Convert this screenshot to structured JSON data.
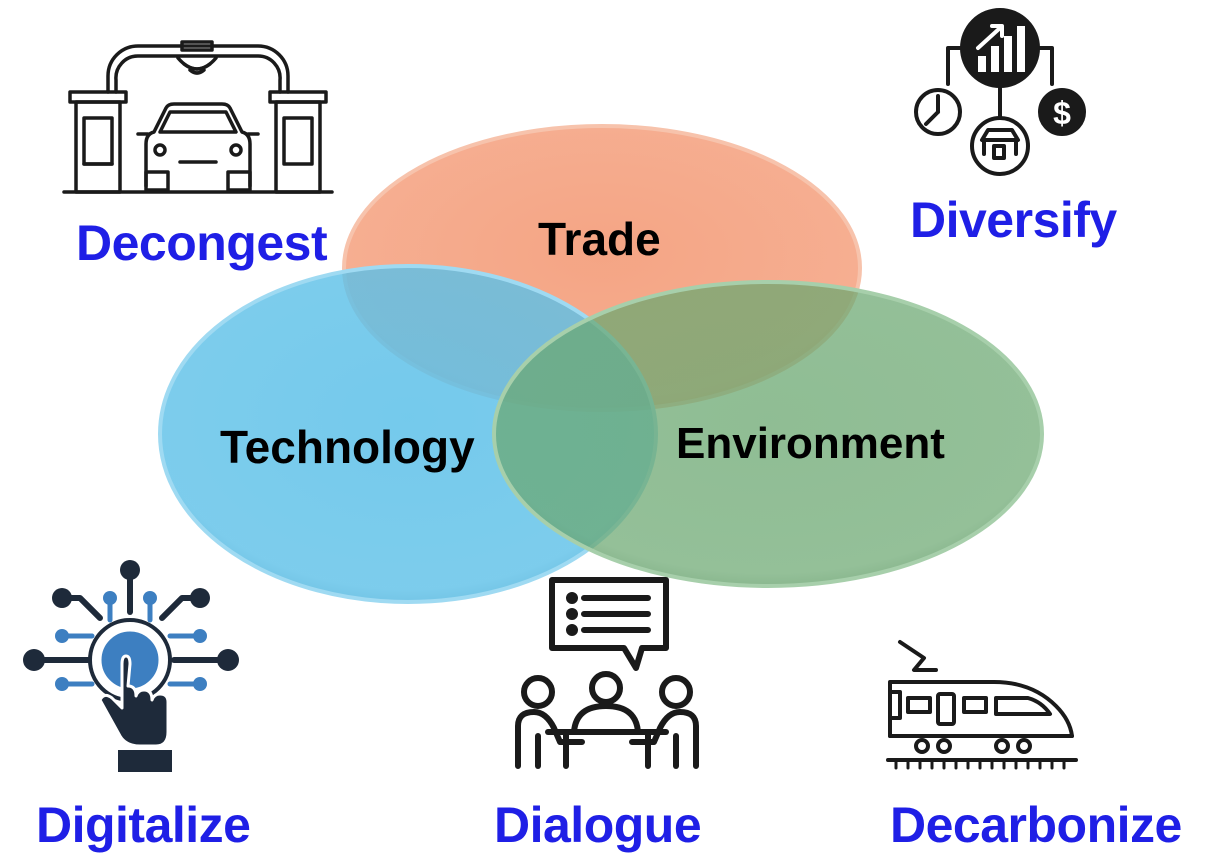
{
  "venn": {
    "circles": [
      {
        "label": "Trade",
        "color": "#f4a07e"
      },
      {
        "label": "Technology",
        "color": "#5cc0e8"
      },
      {
        "label": "Environment",
        "color": "#6aa770"
      }
    ]
  },
  "captions": {
    "decongest": "Decongest",
    "diversify": "Diversify",
    "digitalize": "Digitalize",
    "dialogue": "Dialogue",
    "decarbonize": "Decarbonize"
  },
  "colors": {
    "caption": "#1f1fe6",
    "icon_dark": "#1a1a1a",
    "icon_navy": "#1e2a3a",
    "icon_blue": "#3d7fc1"
  },
  "icons": [
    "toll-gate-car-icon",
    "diversify-network-icon",
    "digital-touch-icon",
    "meeting-dialogue-icon",
    "train-icon"
  ]
}
